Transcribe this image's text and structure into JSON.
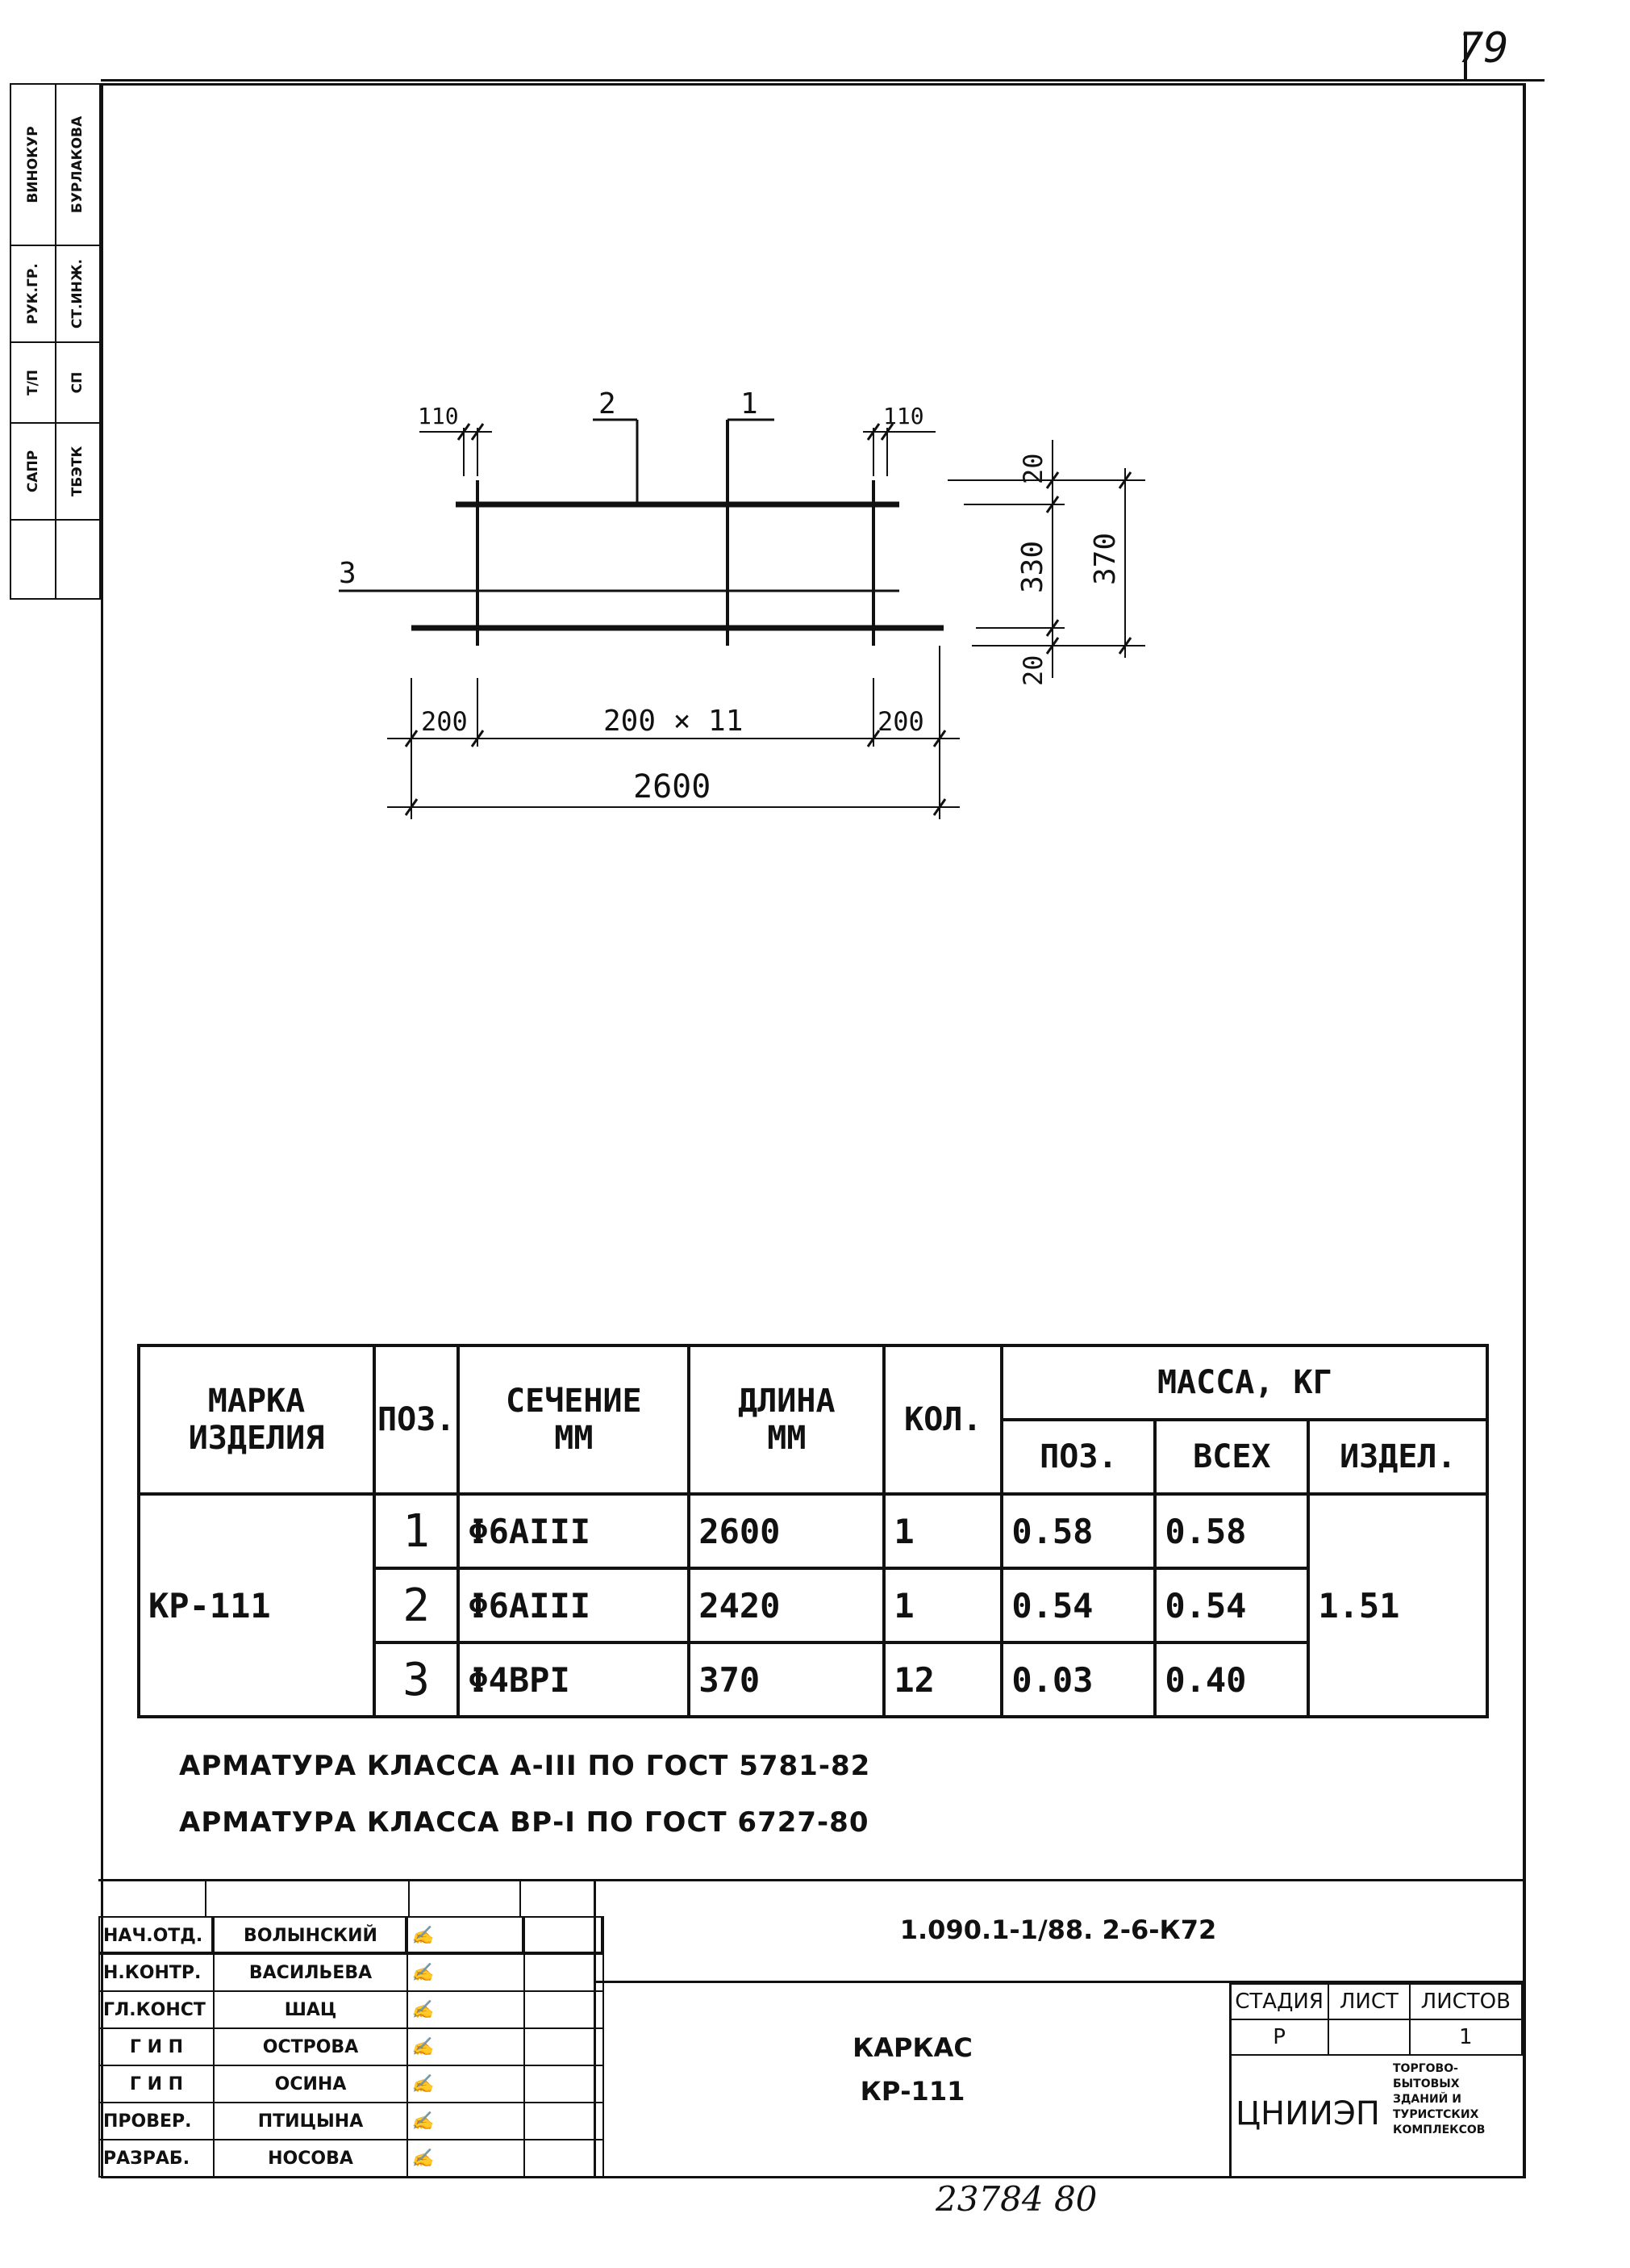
{
  "page_number": "79",
  "stamp": {
    "col1": [
      "ВИНОКУР",
      "РУК.ГР.",
      "Т/П",
      "САПР"
    ],
    "col2": [
      "БУРЛАКОВА",
      "СТ.ИНЖ.",
      "СП",
      "ТБЭТК"
    ]
  },
  "drawing": {
    "labels": [
      "1",
      "2",
      "3"
    ],
    "dims_top": [
      "110",
      "110"
    ],
    "dims_right": [
      "20",
      "330",
      "20",
      "370"
    ],
    "dims_bottom": [
      "200",
      "200 × 11",
      "200",
      "2600"
    ]
  },
  "spec": {
    "headers": {
      "mark": "МАРКА ИЗДЕЛИЯ",
      "mark_l1": "МАРКА",
      "mark_l2": "ИЗДЕЛИЯ",
      "pos": "ПОЗ.",
      "section_l1": "СЕЧЕНИЕ",
      "section_l2": "ММ",
      "length_l1": "ДЛИНА",
      "length_l2": "ММ",
      "qty": "КОЛ.",
      "mass": "МАССА, КГ",
      "mass_pos": "ПОЗ.",
      "mass_all": "ВСЕХ",
      "mass_item": "ИЗДЕЛ."
    },
    "mark": "КР-111",
    "item_mass": "1.51",
    "rows": [
      {
        "pos": "1",
        "section": "Φ6AIII",
        "length": "2600",
        "qty": "1",
        "mass_pos": "0.58",
        "mass_all": "0.58"
      },
      {
        "pos": "2",
        "section": "Φ6AIII",
        "length": "2420",
        "qty": "1",
        "mass_pos": "0.54",
        "mass_all": "0.54"
      },
      {
        "pos": "3",
        "section": "Φ4BPI",
        "length": "370",
        "qty": "12",
        "mass_pos": "0.03",
        "mass_all": "0.40"
      }
    ]
  },
  "notes": [
    "АРМАТУРА КЛАССА А-III ПО ГОСТ 5781-82",
    "АРМАТУРА КЛАССА ВР-I ПО ГОСТ 6727-80"
  ],
  "title_block": {
    "doc_code": "1.090.1-1/88. 2-6-К72",
    "title_l1": "КАРКАС",
    "title_l2": "КР-111",
    "stage_label": "СТАДИЯ",
    "sheet_label": "ЛИСТ",
    "sheets_label": "ЛИСТОВ",
    "stage": "Р",
    "sheet": "",
    "sheets": "1",
    "org": "ЦНИИЭП",
    "org_desc_1": "ТОРГОВО-",
    "org_desc_2": "БЫТОВЫХ",
    "org_desc_3": "ЗДАНИЙ И",
    "org_desc_4": "ТУРИСТСКИХ",
    "org_desc_5": "КОМПЛЕКСОВ",
    "people": [
      {
        "role": "НАЧ.ОТД.",
        "name": "ВОЛЫНСКИЙ"
      },
      {
        "role": "Н.КОНТР.",
        "name": "ВАСИЛЬЕВА"
      },
      {
        "role": "ГЛ.КОНСТ",
        "name": "ШАЦ"
      },
      {
        "role": "Г И П",
        "name": "ОСТРОВА"
      },
      {
        "role": "Г И П",
        "name": "ОСИНА"
      },
      {
        "role": "ПРОВЕР.",
        "name": "ПТИЦЫНА"
      },
      {
        "role": "РАЗРАБ.",
        "name": "НОСОВА"
      }
    ]
  },
  "footer_number": "23784  80"
}
